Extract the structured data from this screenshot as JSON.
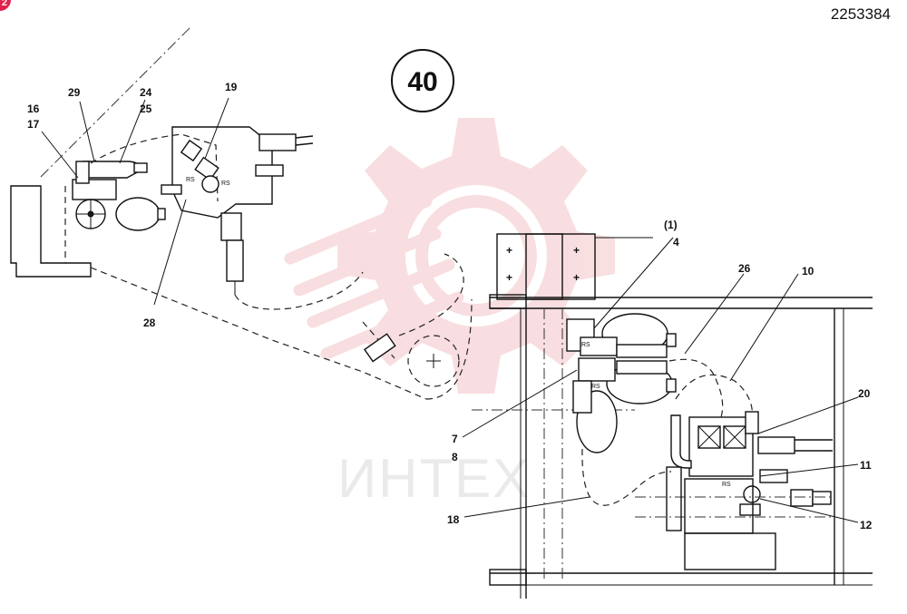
{
  "document": {
    "number": "2253384",
    "page_badge": "2",
    "figure_number": "40",
    "watermark_text": "ИНТЕХ"
  },
  "callouts": [
    "16",
    "17",
    "29",
    "24",
    "25",
    "19",
    "28",
    "(1)",
    "4",
    "26",
    "10",
    "20",
    "7",
    "8",
    "11",
    "12",
    "18"
  ],
  "valve_marks": [
    "RS",
    "RS",
    "RS",
    "RS",
    "RS"
  ],
  "colors": {
    "watermark": "#f3c4c7",
    "watermark_text": "#d9d9d9",
    "badge": "#e0224b",
    "line": "#111111"
  }
}
